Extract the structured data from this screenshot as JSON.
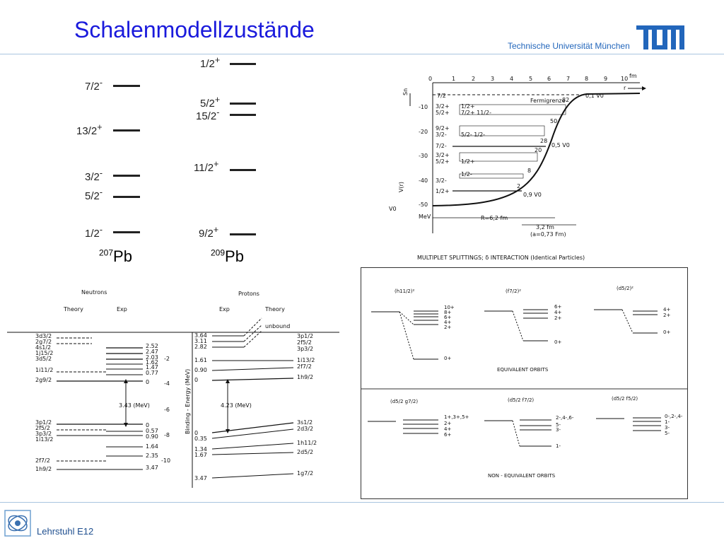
{
  "slide": {
    "title": "Schalenmodellzustände",
    "university": "Technische Universität München",
    "logo_text": "TUM",
    "chair": "Lehrstuhl E12"
  },
  "pb207": {
    "levels": [
      {
        "spin": "7/2",
        "parity": "-"
      },
      {
        "spin": "13/2",
        "parity": "+"
      },
      {
        "spin": "3/2",
        "parity": "-"
      },
      {
        "spin": "5/2",
        "parity": "-"
      },
      {
        "spin": "1/2",
        "parity": "-"
      }
    ],
    "mass": "207",
    "element": "Pb"
  },
  "pb209": {
    "levels": [
      {
        "spin": "1/2",
        "parity": "+"
      },
      {
        "spin": "5/2",
        "parity": "+"
      },
      {
        "spin": "15/2",
        "parity": "-"
      },
      {
        "spin": "11/2",
        "parity": "+"
      },
      {
        "spin": "9/2",
        "parity": "+"
      }
    ],
    "mass": "209",
    "element": "Pb"
  },
  "woods_saxon": {
    "x_unit": "fm",
    "x_ticks": [
      "0",
      "1",
      "2",
      "3",
      "4",
      "5",
      "6",
      "7",
      "8",
      "9",
      "10"
    ],
    "y_ticks": [
      "-10",
      "-20",
      "-30",
      "-40",
      "-50"
    ],
    "y_unit": "MeV",
    "r_label": "r",
    "sn_label": "Sn",
    "v_label": "V(r)",
    "v0_label": "V0",
    "fermi": "Fermigrenze",
    "magic": [
      "82",
      "50",
      "28",
      "20",
      "8",
      "2"
    ],
    "v_marks": [
      "0,1 V0",
      "0,5 V0",
      "0,9 V0"
    ],
    "radius": "R=6,2 fm",
    "diffuse": "3,2 fm",
    "diffuse2": "(a=0,73 Fm)",
    "states": [
      {
        "l": "7/2",
        "r": ""
      },
      {
        "l": "3/2+",
        "r": "1/2+"
      },
      {
        "l": "5/2+",
        "r": "7/2+ 11/2-"
      },
      {
        "l": "9/2+",
        "r": ""
      },
      {
        "l": "3/2-",
        "r": "5/2- 1/2-"
      },
      {
        "l": "7/2-",
        "r": ""
      },
      {
        "l": "3/2+",
        "r": ""
      },
      {
        "l": "5/2+",
        "r": "1/2+"
      },
      {
        "l": "3/2-",
        "r": "1/2-"
      },
      {
        "l": "1/2+",
        "r": ""
      }
    ]
  },
  "neutrons_protons": {
    "neutrons": "Neutrons",
    "protons": "Protons",
    "theory": "Theory",
    "exp": "Exp",
    "axis": "Binding - Energy (MeV)",
    "axis_ticks": [
      "-2",
      "-4",
      "-6",
      "-8",
      "-10"
    ],
    "unbound": "unbound",
    "n_gap": "3.43 (MeV)",
    "p_gap": "4.23 (MeV)",
    "n_upper_orbits": [
      "3d3/2",
      "2g7/2",
      "4s1/2",
      "1j15/2",
      "3d5/2",
      "1i11/2",
      "2g9/2"
    ],
    "n_upper_vals": [
      "2.52",
      "2.47",
      "2.03",
      "1.62",
      "1.47",
      "0.77",
      "0"
    ],
    "n_lower_orbits": [
      "3p1/2",
      "2f5/2",
      "3p3/2",
      "1i13/2",
      "2f7/2",
      "1h9/2"
    ],
    "n_lower_vals": [
      "0",
      "0.57",
      "0.90",
      "1.64",
      "2.35",
      "3.47"
    ],
    "p_upper_vals": [
      "3.64",
      "3.11",
      "2.82",
      "1.61",
      "0.90",
      "0"
    ],
    "p_upper_orbits": [
      "3p1/2",
      "2f5/2",
      "3p3/2",
      "1i13/2",
      "2f7/2",
      "1h9/2"
    ],
    "p_lower_vals": [
      "0",
      "0.35",
      "1.34",
      "1.67",
      "3.47"
    ],
    "p_lower_orbits": [
      "3s1/2",
      "2d3/2",
      "1h11/2",
      "2d5/2",
      "1g7/2"
    ]
  },
  "multiplet": {
    "title": "MULTIPLET SPLITTINGS; δ INTERACTION (Identical Particles)",
    "equiv_label": "EQUIVALENT ORBITS",
    "nonequiv_label": "NON - EQUIVALENT ORBITS",
    "equiv": [
      {
        "config": "(h11/2)²",
        "states": [
          "10+",
          "8+",
          "6+",
          "4+",
          "2+",
          "0+"
        ]
      },
      {
        "config": "(f7/2)²",
        "states": [
          "6+",
          "4+",
          "2+",
          "0+"
        ]
      },
      {
        "config": "(d5/2)²",
        "states": [
          "4+",
          "2+",
          "0+"
        ]
      }
    ],
    "nonequiv": [
      {
        "config": "(d5/2 g7/2)",
        "states": [
          "1+,3+,5+",
          "2+",
          "4+",
          "6+"
        ]
      },
      {
        "config": "(d5/2 f7/2)",
        "states": [
          "2-,4-,6-",
          "5-",
          "3-",
          "1-"
        ]
      },
      {
        "config": "(d5/2 f5/2)",
        "states": [
          "0-,2-,4-",
          "1-",
          "3-",
          "5-"
        ]
      }
    ]
  }
}
